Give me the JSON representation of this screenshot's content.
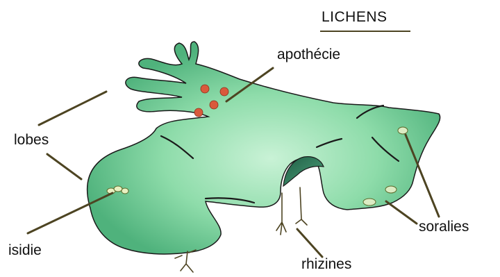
{
  "title": "LICHENS",
  "labels": {
    "apothecie": "apothécie",
    "lobes": "lobes",
    "isidie": "isidie",
    "rhizines": "rhizines",
    "soralies": "soralies"
  },
  "colors": {
    "thallus_light": "#c9f2d6",
    "thallus_mid": "#7fd8a0",
    "thallus_dark": "#4fb27c",
    "outline": "#1a1a1a",
    "apothecia": "#d95a3c",
    "pointer": "#4d4422",
    "cavity": "#2f7a5a"
  }
}
